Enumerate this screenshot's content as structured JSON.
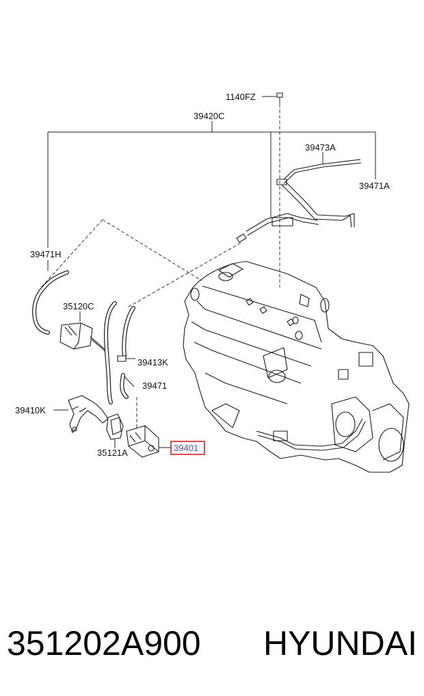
{
  "labels": {
    "part_1140fz": "1140FZ",
    "part_39420c": "39420C",
    "part_39473a": "39473A",
    "part_39471a": "39471A",
    "part_39471h": "39471H",
    "part_35120c": "35120C",
    "part_39413k": "39413K",
    "part_39471": "39471",
    "part_39410k": "39410K",
    "part_35121a": "35121A",
    "part_39401": "39401"
  },
  "highlight_color": "#d92020",
  "caption": {
    "part_number": "351202A900",
    "brand": "HYUNDAI"
  }
}
